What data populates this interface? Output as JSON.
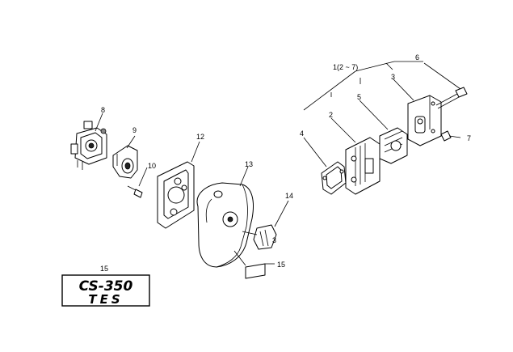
{
  "callouts": {
    "c1": "1(2 ~ 7)",
    "c2": "2",
    "c3a": "3",
    "c3b": "3",
    "c4": "4",
    "c5": "5",
    "c6": "6",
    "c7": "7",
    "c8": "8",
    "c9": "9",
    "c10": "10",
    "c12": "12",
    "c13": "13",
    "c14": "14",
    "c15a": "15",
    "c15b": "15"
  },
  "decal": {
    "line1": "CS-350",
    "line2": "TES"
  }
}
